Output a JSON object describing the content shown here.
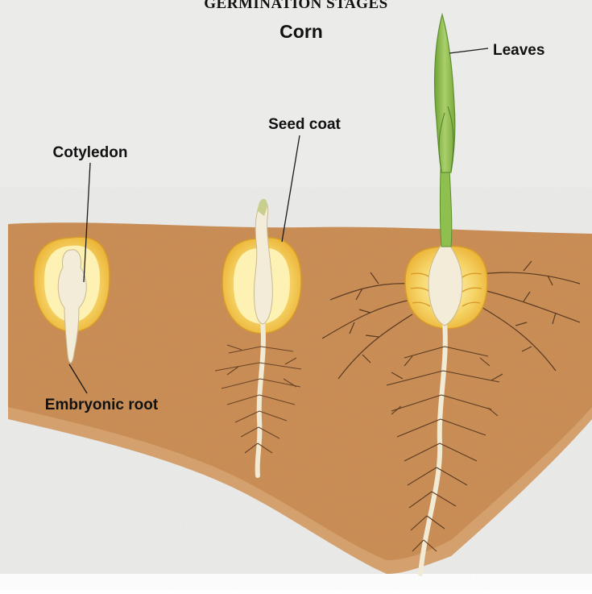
{
  "page_title": "GERMINATION STAGES",
  "diagram": {
    "title": "Corn",
    "labels": {
      "cotyledon": "Cotyledon",
      "seed_coat": "Seed coat",
      "leaves": "Leaves",
      "embryonic_root": "Embryonic root"
    }
  },
  "colors": {
    "soil": "#c98a4f",
    "soil_dark": "#b5703a",
    "background": "#ebebe9",
    "seed": "#f2c448",
    "seed_inner": "#fdf2b3",
    "embryo": "#f3ecd8",
    "leaf": "#8fbf4e",
    "root_line": "#5a3a22"
  }
}
